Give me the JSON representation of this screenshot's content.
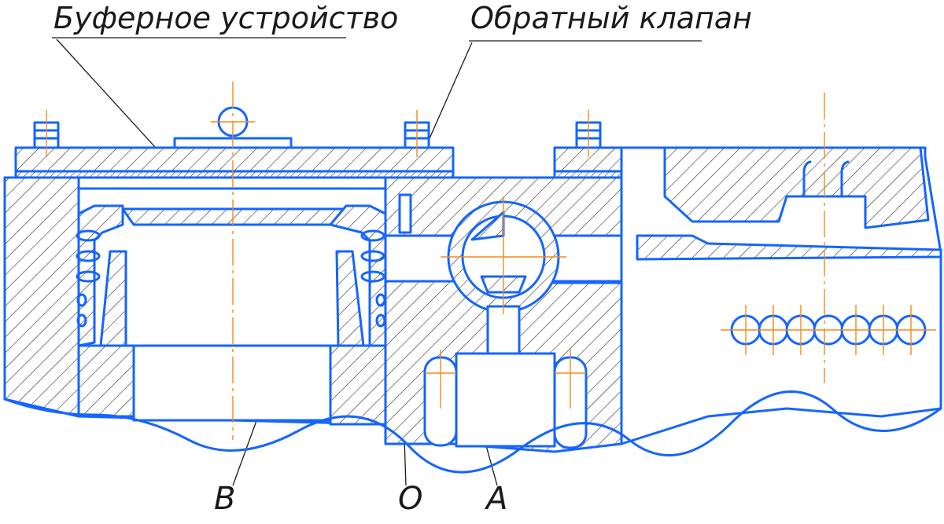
{
  "labels": {
    "buffer_device": "Буферное устройство",
    "check_valve": "Обратный клапан",
    "point_b": "B",
    "point_o": "O",
    "point_a": "A"
  },
  "colors": {
    "outline": "#1565ff",
    "centerline": "#f08a1c",
    "text": "#1a1a1a",
    "background": "#ffffff"
  }
}
